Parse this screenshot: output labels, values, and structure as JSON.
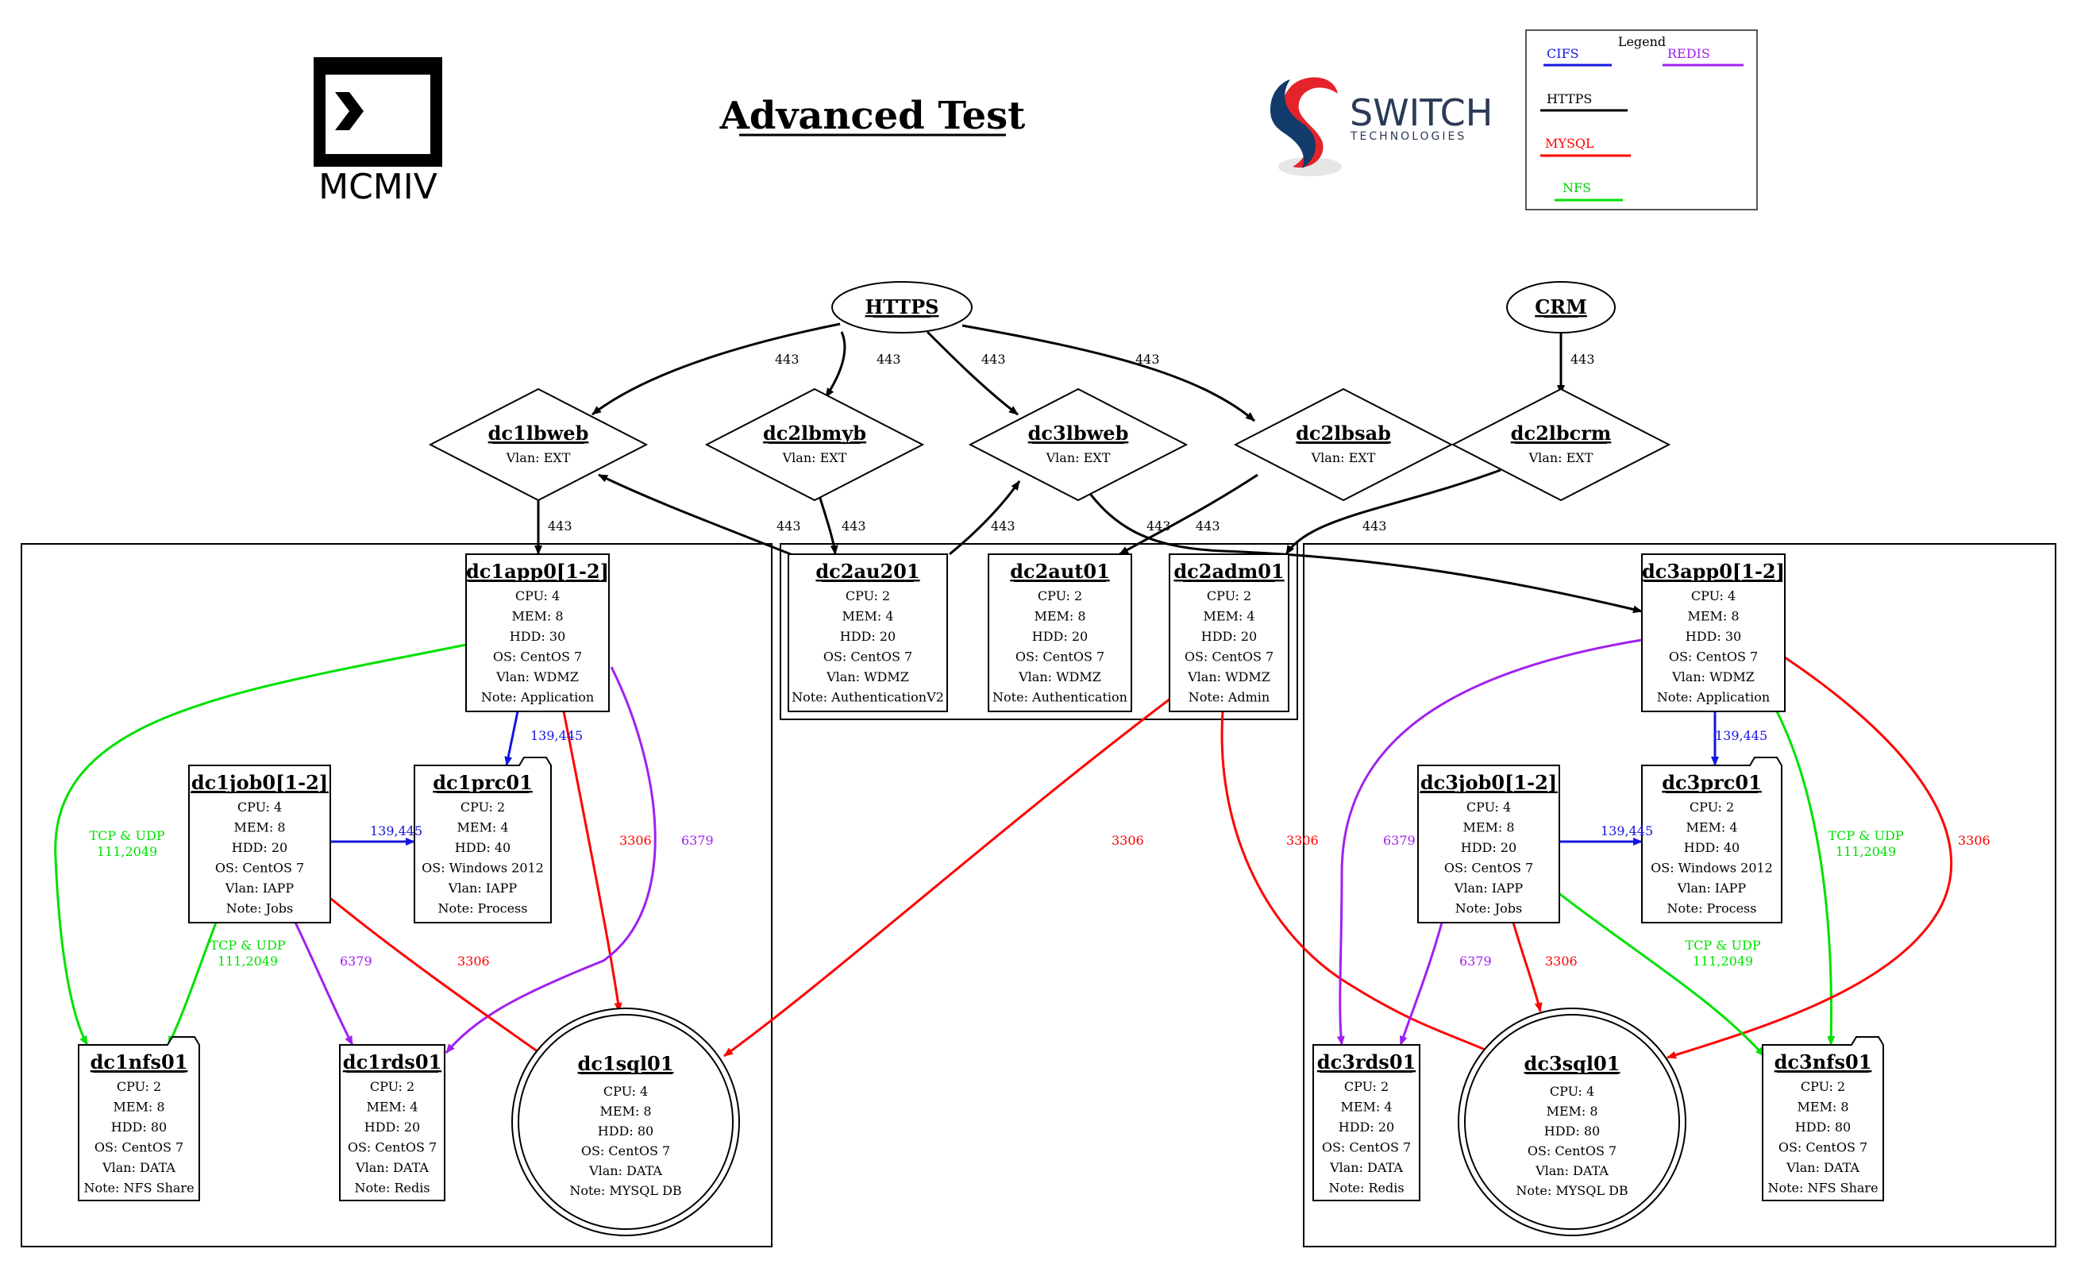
{
  "title": "Advanced Test",
  "logos": {
    "left_text": "MCMIV",
    "right_main": "SWITCH",
    "right_sub": "TECHNOLOGIES"
  },
  "legend": {
    "title": "Legend",
    "items": [
      {
        "label": "CIFS",
        "color": "#1515e0"
      },
      {
        "label": "REDIS",
        "color": "#a020f0"
      },
      {
        "label": "HTTPS",
        "color": "#000000"
      },
      {
        "label": "MYSQL",
        "color": "#ff0000"
      },
      {
        "label": "NFS",
        "color": "#00e000"
      }
    ]
  },
  "colors": {
    "cifs": "#1515e0",
    "redis": "#a020f0",
    "https": "#000000",
    "mysql": "#ff0000",
    "nfs": "#00e000"
  },
  "nodes": {
    "https": {
      "name": "HTTPS",
      "lines": [],
      "shape": "ellipse"
    },
    "crm": {
      "name": "CRM",
      "lines": [],
      "shape": "ellipse"
    },
    "dc1lbweb": {
      "name": "dc1lbweb",
      "lines": [
        "Vlan: EXT"
      ],
      "shape": "diamond"
    },
    "dc2lbmyb": {
      "name": "dc2lbmyb",
      "lines": [
        "Vlan: EXT"
      ],
      "shape": "diamond"
    },
    "dc3lbweb": {
      "name": "dc3lbweb",
      "lines": [
        "Vlan: EXT"
      ],
      "shape": "diamond"
    },
    "dc2lbsab": {
      "name": "dc2lbsab",
      "lines": [
        "Vlan: EXT"
      ],
      "shape": "diamond"
    },
    "dc2lbcrm": {
      "name": "dc2lbcrm",
      "lines": [
        "Vlan: EXT"
      ],
      "shape": "diamond"
    },
    "dc1app": {
      "name": "dc1app0[1-2]",
      "lines": [
        "CPU: 4",
        "MEM: 8",
        "HDD: 30",
        "OS: CentOS 7",
        "Vlan: WDMZ",
        "Note: Application"
      ],
      "shape": "box"
    },
    "dc2au201": {
      "name": "dc2au201",
      "lines": [
        "CPU: 2",
        "MEM: 4",
        "HDD: 20",
        "OS: CentOS 7",
        "Vlan: WDMZ",
        "Note: AuthenticationV2"
      ],
      "shape": "box"
    },
    "dc2aut01": {
      "name": "dc2aut01",
      "lines": [
        "CPU: 2",
        "MEM: 8",
        "HDD: 20",
        "OS: CentOS 7",
        "Vlan: WDMZ",
        "Note: Authentication"
      ],
      "shape": "box"
    },
    "dc2adm01": {
      "name": "dc2adm01",
      "lines": [
        "CPU: 2",
        "MEM: 4",
        "HDD: 20",
        "OS: CentOS 7",
        "Vlan: WDMZ",
        "Note: Admin"
      ],
      "shape": "box"
    },
    "dc3app": {
      "name": "dc3app0[1-2]",
      "lines": [
        "CPU: 4",
        "MEM: 8",
        "HDD: 30",
        "OS: CentOS 7",
        "Vlan: WDMZ",
        "Note: Application"
      ],
      "shape": "box"
    },
    "dc1job": {
      "name": "dc1job0[1-2]",
      "lines": [
        "CPU: 4",
        "MEM: 8",
        "HDD: 20",
        "OS: CentOS 7",
        "Vlan: IAPP",
        "Note: Jobs"
      ],
      "shape": "box"
    },
    "dc1prc01": {
      "name": "dc1prc01",
      "lines": [
        "CPU: 2",
        "MEM: 4",
        "HDD: 40",
        "OS: Windows 2012",
        "Vlan: IAPP",
        "Note: Process"
      ],
      "shape": "folder"
    },
    "dc3job": {
      "name": "dc3job0[1-2]",
      "lines": [
        "CPU: 4",
        "MEM: 8",
        "HDD: 20",
        "OS: CentOS 7",
        "Vlan: IAPP",
        "Note: Jobs"
      ],
      "shape": "box"
    },
    "dc3prc01": {
      "name": "dc3prc01",
      "lines": [
        "CPU: 2",
        "MEM: 4",
        "HDD: 40",
        "OS: Windows 2012",
        "Vlan: IAPP",
        "Note: Process"
      ],
      "shape": "folder"
    },
    "dc1nfs01": {
      "name": "dc1nfs01",
      "lines": [
        "CPU: 2",
        "MEM: 8",
        "HDD: 80",
        "OS: CentOS 7",
        "Vlan: DATA",
        "Note: NFS Share"
      ],
      "shape": "folder"
    },
    "dc1rds01": {
      "name": "dc1rds01",
      "lines": [
        "CPU: 2",
        "MEM: 4",
        "HDD: 20",
        "OS: CentOS 7",
        "Vlan: DATA",
        "Note: Redis"
      ],
      "shape": "box"
    },
    "dc1sql01": {
      "name": "dc1sql01",
      "lines": [
        "CPU: 4",
        "MEM: 8",
        "HDD: 80",
        "OS: CentOS 7",
        "Vlan: DATA",
        "Note: MYSQL DB"
      ],
      "shape": "doublecircle"
    },
    "dc3rds01": {
      "name": "dc3rds01",
      "lines": [
        "CPU: 2",
        "MEM: 4",
        "HDD: 20",
        "OS: CentOS 7",
        "Vlan: DATA",
        "Note: Redis"
      ],
      "shape": "box"
    },
    "dc3sql01": {
      "name": "dc3sql01",
      "lines": [
        "CPU: 4",
        "MEM: 8",
        "HDD: 80",
        "OS: CentOS 7",
        "Vlan: DATA",
        "Note: MYSQL DB"
      ],
      "shape": "doublecircle"
    },
    "dc3nfs01": {
      "name": "dc3nfs01",
      "lines": [
        "CPU: 2",
        "MEM: 8",
        "HDD: 80",
        "OS: CentOS 7",
        "Vlan: DATA",
        "Note: NFS Share"
      ],
      "shape": "folder"
    }
  },
  "edges": [
    {
      "from": "https",
      "to": "dc1lbweb",
      "type": "https",
      "label": [
        "443"
      ]
    },
    {
      "from": "https",
      "to": "dc2lbmyb",
      "type": "https",
      "label": [
        "443"
      ]
    },
    {
      "from": "https",
      "to": "dc3lbweb",
      "type": "https",
      "label": [
        "443"
      ]
    },
    {
      "from": "https",
      "to": "dc2lbsab",
      "type": "https",
      "label": [
        "443"
      ]
    },
    {
      "from": "crm",
      "to": "dc2lbcrm",
      "type": "https",
      "label": [
        "443"
      ]
    },
    {
      "from": "dc1lbweb",
      "to": "dc1app",
      "type": "https",
      "label": [
        "443"
      ]
    },
    {
      "from": "dc2au201",
      "to": "dc1lbweb",
      "type": "https",
      "label": [
        "443"
      ]
    },
    {
      "from": "dc2lbmyb",
      "to": "dc2au201",
      "type": "https",
      "label": [
        "443"
      ]
    },
    {
      "from": "dc2au201",
      "to": "dc3lbweb",
      "type": "https",
      "label": [
        "443"
      ]
    },
    {
      "from": "dc3lbweb",
      "to": "dc3app",
      "type": "https",
      "label": [
        "443"
      ]
    },
    {
      "from": "dc2lbsab",
      "to": "dc2aut01",
      "type": "https",
      "label": [
        "443"
      ]
    },
    {
      "from": "dc2lbcrm",
      "to": "dc2adm01",
      "type": "https",
      "label": [
        "443"
      ]
    },
    {
      "from": "dc1app",
      "to": "dc1prc01",
      "type": "cifs",
      "label": [
        "139,445"
      ]
    },
    {
      "from": "dc1app",
      "to": "dc1nfs01",
      "type": "nfs",
      "label": [
        "TCP & UDP",
        "111,2049"
      ]
    },
    {
      "from": "dc1app",
      "to": "dc1sql01",
      "type": "mysql",
      "label": [
        "3306"
      ]
    },
    {
      "from": "dc1app",
      "to": "dc1rds01",
      "type": "redis",
      "label": [
        "6379"
      ]
    },
    {
      "from": "dc1job",
      "to": "dc1prc01",
      "type": "cifs",
      "label": [
        "139,445"
      ]
    },
    {
      "from": "dc1job",
      "to": "dc1nfs01",
      "type": "nfs",
      "label": [
        "TCP & UDP",
        "111,2049"
      ]
    },
    {
      "from": "dc1job",
      "to": "dc1rds01",
      "type": "redis",
      "label": [
        "6379"
      ]
    },
    {
      "from": "dc1job",
      "to": "dc1sql01",
      "type": "mysql",
      "label": [
        "3306"
      ]
    },
    {
      "from": "dc2adm01",
      "to": "dc1sql01",
      "type": "mysql",
      "label": [
        "3306"
      ]
    },
    {
      "from": "dc2adm01",
      "to": "dc3sql01",
      "type": "mysql",
      "label": [
        "3306"
      ]
    },
    {
      "from": "dc3app",
      "to": "dc3prc01",
      "type": "cifs",
      "label": [
        "139,445"
      ]
    },
    {
      "from": "dc3app",
      "to": "dc3rds01",
      "type": "redis",
      "label": [
        "6379"
      ]
    },
    {
      "from": "dc3app",
      "to": "dc3nfs01",
      "type": "nfs",
      "label": [
        "TCP & UDP",
        "111,2049"
      ]
    },
    {
      "from": "dc3app",
      "to": "dc3sql01",
      "type": "mysql",
      "label": [
        "3306"
      ]
    },
    {
      "from": "dc3job",
      "to": "dc3prc01",
      "type": "cifs",
      "label": [
        "139,445"
      ]
    },
    {
      "from": "dc3job",
      "to": "dc3rds01",
      "type": "redis",
      "label": [
        "6379"
      ]
    },
    {
      "from": "dc3job",
      "to": "dc3sql01",
      "type": "mysql",
      "label": [
        "3306"
      ]
    },
    {
      "from": "dc3job",
      "to": "dc3nfs01",
      "type": "nfs",
      "label": [
        "TCP & UDP",
        "111,2049"
      ]
    }
  ]
}
